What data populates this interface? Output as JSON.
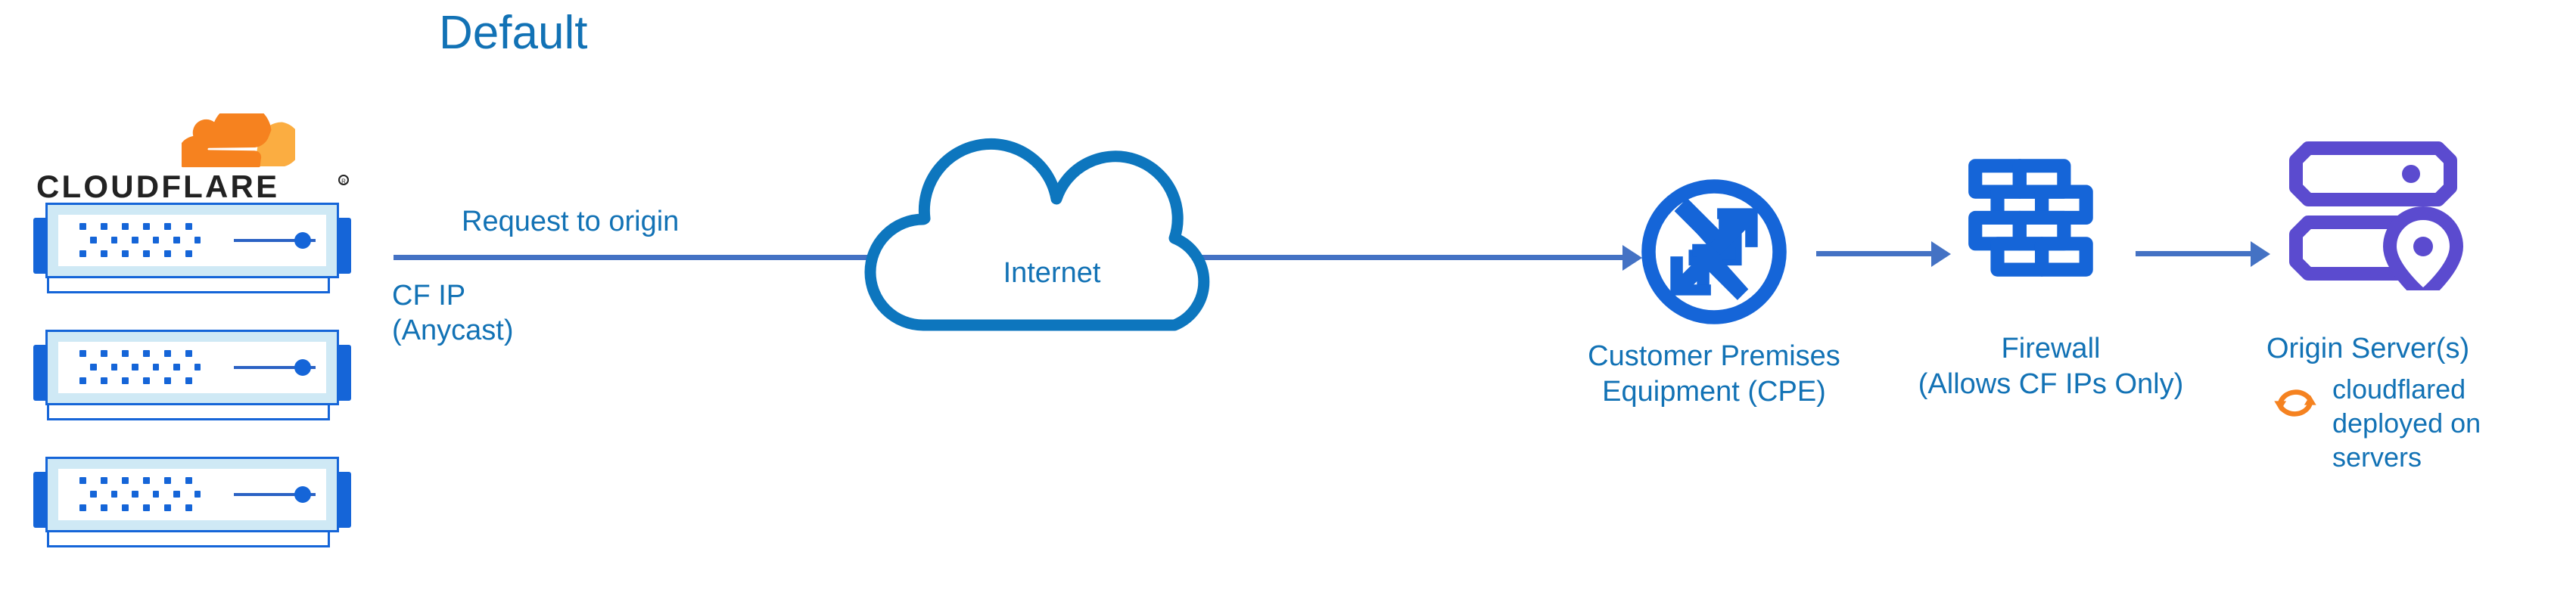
{
  "diagram": {
    "title": "Default",
    "colors": {
      "heading_blue": "#1272B5",
      "label_blue": "#1272B5",
      "arrow_blue": "#4472C4",
      "icon_blue": "#1565D8",
      "cloud_outline_blue": "#0D76BE",
      "origin_purple": "#5B4BCF",
      "cloudflare_orange": "#F6821F",
      "cloudflare_orange_light": "#FBAD41",
      "rack_fill": "#CFE9F5"
    }
  },
  "logo": {
    "name": "cloudflare-logo",
    "wordmark": "CLOUDFLARE",
    "registered_mark": "®",
    "icon": "cloudflare-cloud-icon"
  },
  "edge": {
    "name": "cloudflare-edge-servers",
    "racks": [
      {
        "name": "server-rack-1",
        "icon": "server-rack-icon"
      },
      {
        "name": "server-rack-2",
        "icon": "server-rack-icon"
      },
      {
        "name": "server-rack-3",
        "icon": "server-rack-icon"
      }
    ],
    "ip_label": "CF IP\n(Anycast)"
  },
  "flow": {
    "request_label": "Request to origin",
    "arrows": [
      {
        "name": "arrow-edge-to-cpe",
        "icon": "arrow-right-icon"
      },
      {
        "name": "arrow-cpe-to-firewall",
        "icon": "arrow-right-icon"
      },
      {
        "name": "arrow-firewall-to-origin",
        "icon": "arrow-right-icon"
      }
    ]
  },
  "internet": {
    "label": "Internet",
    "icon": "cloud-outline-icon"
  },
  "cpe": {
    "label": "Customer Premises\nEquipment (CPE)",
    "label_line1": "Customer Premises",
    "label_line2": "Equipment (CPE)",
    "icon": "router-icon"
  },
  "firewall": {
    "label": "Firewall\n(Allows CF IPs Only)",
    "label_line1": "Firewall",
    "label_line2": "(Allows CF IPs Only)",
    "icon": "brick-wall-icon"
  },
  "origin": {
    "label": "Origin Server(s)",
    "icon": "server-location-icon",
    "note": "cloudflared\ndeployed on\nservers",
    "note_icon": "sync-arrows-icon"
  }
}
